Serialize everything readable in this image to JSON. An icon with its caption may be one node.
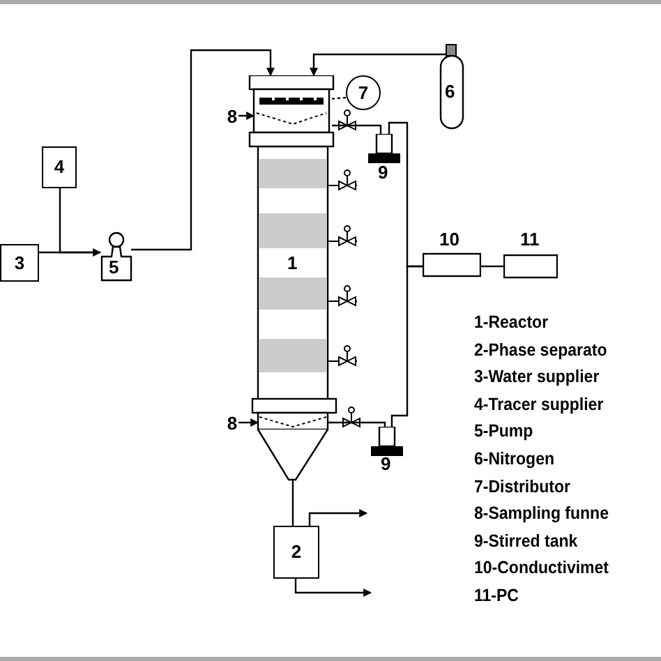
{
  "diagram": {
    "nodes": [
      {
        "text": [
          "1"
        ]
      },
      {
        "text": [
          "2"
        ]
      },
      {
        "text": [
          "3"
        ]
      },
      {
        "text": [
          "4"
        ]
      },
      {
        "text": [
          "5"
        ]
      },
      {
        "text": [
          "6"
        ]
      },
      {
        "text": [
          "7"
        ]
      },
      {
        "text": [],
        "shape": "bar"
      },
      {
        "text": [
          "8"
        ]
      },
      {
        "text": [
          "8"
        ]
      },
      {
        "text": [
          "9"
        ]
      },
      {
        "text": [
          "9"
        ]
      },
      {
        "text": [
          "10"
        ]
      },
      {
        "text": [
          "11"
        ]
      }
    ],
    "edges": [
      {
        "from": 2,
        "to": 4,
        "arrow": "none"
      },
      {
        "from": 3,
        "to": 4,
        "arrow": "to"
      },
      {
        "from": 4,
        "to": 0,
        "arrow": "to"
      },
      {
        "from": 5,
        "to": 0,
        "arrow": "to"
      },
      {
        "from": 6,
        "to": 7,
        "arrow": "none",
        "style": "dashed"
      },
      {
        "from": 8,
        "to": 0,
        "arrow": "to"
      },
      {
        "from": 9,
        "to": 0,
        "arrow": "to"
      },
      {
        "from": 0,
        "to": 10,
        "arrow": "none"
      },
      {
        "from": 0,
        "to": 11,
        "arrow": "none"
      },
      {
        "from": 10,
        "to": 12,
        "arrow": "none"
      },
      {
        "from": 11,
        "to": 12,
        "arrow": "none"
      },
      {
        "from": 12,
        "to": 13,
        "arrow": "none"
      },
      {
        "from": 0,
        "to": 1,
        "arrow": "none"
      },
      {
        "from": 1,
        "to": null,
        "arrow": "to"
      },
      {
        "from": 1,
        "to": null,
        "arrow": "to"
      }
    ],
    "labels": [
      "1-Reactor",
      "2-Phase separato",
      "3-Water supplier",
      "4-Tracer supplier",
      "5-Pump",
      "6-Nitrogen",
      "7-Distributor",
      "8-Sampling funne",
      "9-Stirred tank",
      "10-Conductivimet",
      "11-PC"
    ]
  }
}
